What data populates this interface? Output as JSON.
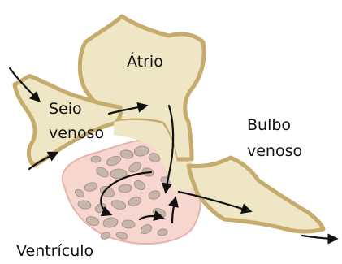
{
  "diagram": {
    "labels": {
      "atrium": "Átrio",
      "sinus_line1": "Seio",
      "sinus_line2": "venoso",
      "bulb_line1": "Bulbo",
      "bulb_line2": "venoso",
      "ventricle": "Ventrículo"
    },
    "colors": {
      "chamber_fill": "#efe6c6",
      "chamber_wall": "#c6ac6c",
      "ventricle_fill": "#f7d6cf",
      "ventricle_wall": "#e6b4ab",
      "trabeculae_fill": "#c8b6aa",
      "trabeculae_stroke": "#9c8a80",
      "arrow": "#111111",
      "label_text": "#111111"
    }
  }
}
